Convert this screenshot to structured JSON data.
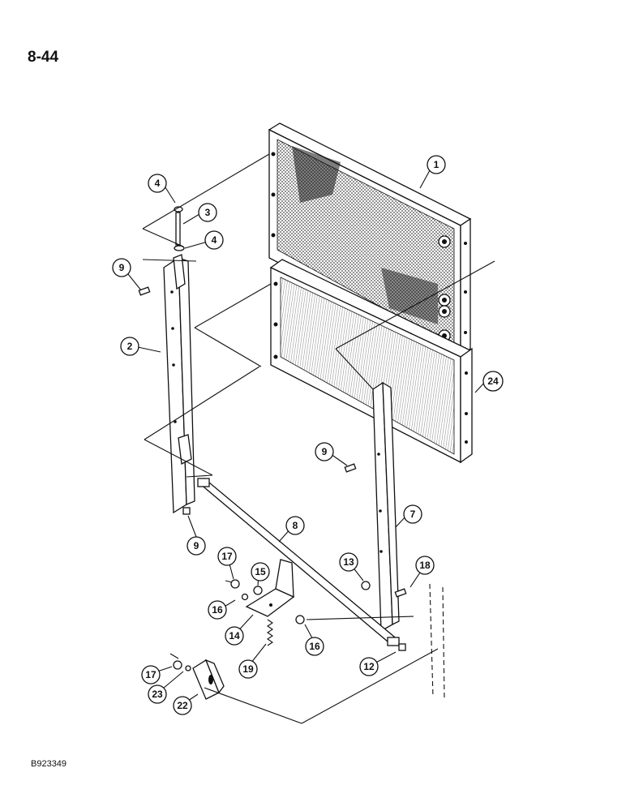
{
  "page_number": "8-44",
  "figure_code": "B923349",
  "callouts": {
    "c1": "1",
    "c2": "2",
    "c3": "3",
    "c4a": "4",
    "c4b": "4",
    "c7": "7",
    "c8": "8",
    "c9a": "9",
    "c9b": "9",
    "c9c": "9",
    "c12": "12",
    "c13": "13",
    "c14": "14",
    "c15": "15",
    "c16a": "16",
    "c16b": "16",
    "c17a": "17",
    "c17b": "17",
    "c18": "18",
    "c19": "19",
    "c22": "22",
    "c23": "23",
    "c24": "24"
  },
  "colors": {
    "ink": "#111111",
    "paper": "#ffffff"
  }
}
